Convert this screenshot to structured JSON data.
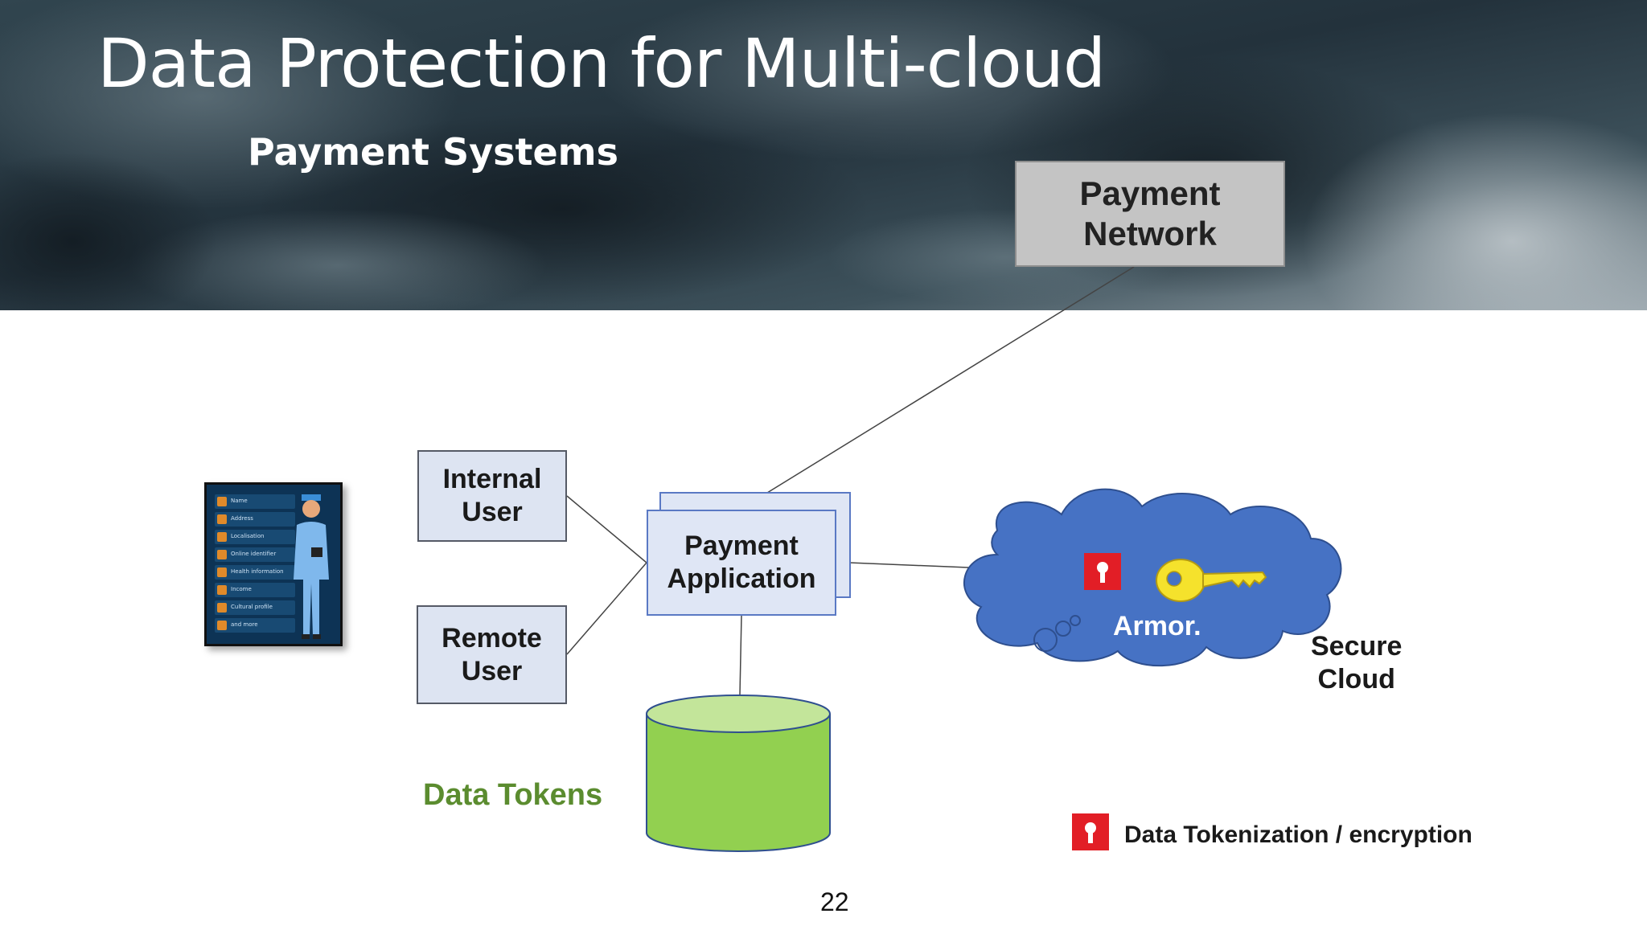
{
  "slide": {
    "title": "Data Protection for Multi-cloud",
    "subtitle": "Payment Systems",
    "page_number": "22"
  },
  "nodes": {
    "payment_network": "Payment\nNetwork",
    "internal_user": "Internal\nUser",
    "remote_user": "Remote\nUser",
    "payment_application": "Payment\nApplication",
    "data_tokens": "Data Tokens",
    "armor": "Armor.",
    "secure_cloud": "Secure\nCloud"
  },
  "legend": {
    "label": "Data Tokenization / encryption",
    "icon": "keyhole-lock-icon"
  },
  "person_card_items": [
    "Name",
    "Address",
    "Localisation",
    "Online identifier",
    "Health information",
    "Income",
    "Cultural profile",
    "and more"
  ],
  "colors": {
    "user_box": "#dde4f2",
    "app_box": "#dfe6f5",
    "network_box": "#c4c4c4",
    "cloud": "#4672c4",
    "database": "#92d050",
    "lock": "#e21e26",
    "key": "#f5e22c",
    "tokens_text": "#5b8c2f"
  }
}
